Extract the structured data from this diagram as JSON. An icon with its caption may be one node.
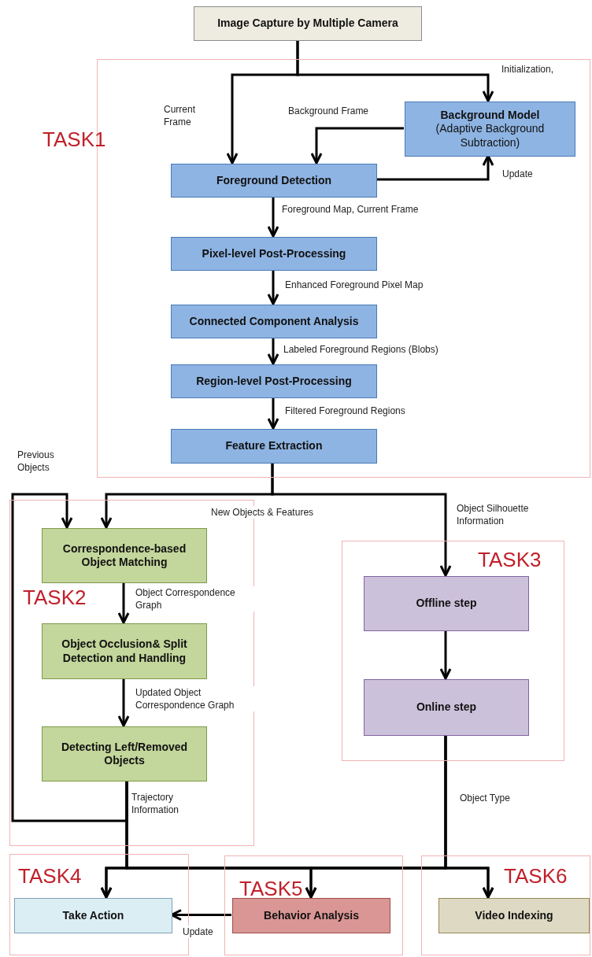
{
  "diagram": {
    "nodes": [
      {
        "text": [
          "Image Capture by Multiple Camera"
        ]
      },
      {
        "text": [
          "TASK1"
        ]
      },
      {
        "text": [
          "Background Model",
          "(Adaptive Background Subtraction)"
        ],
        "in": 1
      },
      {
        "text": [
          "Foreground Detection"
        ],
        "in": 1
      },
      {
        "text": [
          "Pixel-level Post-Processing"
        ],
        "in": 1
      },
      {
        "text": [
          "Connected Component Analysis"
        ],
        "in": 1
      },
      {
        "text": [
          "Region-level Post-Processing"
        ],
        "in": 1
      },
      {
        "text": [
          "Feature Extraction"
        ],
        "in": 1
      },
      {
        "text": [
          "TASK2"
        ]
      },
      {
        "text": [
          "Correspondence-based Object Matching"
        ],
        "in": 8
      },
      {
        "text": [
          "Object Occlusion& Split Detection and Handling"
        ],
        "in": 8
      },
      {
        "text": [
          "Detecting Left/Removed Objects"
        ],
        "in": 8
      },
      {
        "text": [
          "TASK3"
        ]
      },
      {
        "text": [
          "Offline step"
        ],
        "in": 12
      },
      {
        "text": [
          "Online step"
        ],
        "in": 12
      },
      {
        "text": [
          "TASK4"
        ]
      },
      {
        "text": [
          "Take Action"
        ],
        "in": 15
      },
      {
        "text": [
          "TASK5"
        ]
      },
      {
        "text": [
          "Behavior Analysis"
        ],
        "in": 17
      },
      {
        "text": [
          "TASK6"
        ]
      },
      {
        "text": [
          "Video Indexing"
        ],
        "in": 19
      }
    ],
    "edges": [
      {
        "from": 0,
        "to": 3,
        "arrow": "to",
        "label": "Current Frame"
      },
      {
        "from": 0,
        "to": 2,
        "arrow": "to",
        "label": "Initialization,"
      },
      {
        "from": 2,
        "to": 3,
        "arrow": "to",
        "label": "Background Frame"
      },
      {
        "from": 3,
        "to": 2,
        "arrow": "to",
        "label": "Update"
      },
      {
        "from": 3,
        "to": 4,
        "arrow": "to",
        "label": "Foreground Map, Current Frame"
      },
      {
        "from": 4,
        "to": 5,
        "arrow": "to",
        "label": "Enhanced Foreground Pixel Map"
      },
      {
        "from": 5,
        "to": 6,
        "arrow": "to",
        "label": "Labeled Foreground Regions (Blobs)"
      },
      {
        "from": 6,
        "to": 7,
        "arrow": "to",
        "label": "Filtered Foreground Regions"
      },
      {
        "from": 7,
        "to": 9,
        "arrow": "to",
        "label": "New Objects & Features"
      },
      {
        "from": 7,
        "to": 13,
        "arrow": "to",
        "label": "Object Silhouette Information"
      },
      {
        "from": 11,
        "to": 9,
        "arrow": "to",
        "label": "Previous Objects"
      },
      {
        "from": 11,
        "to": 16,
        "arrow": "to",
        "label": "Trajectory Information"
      },
      {
        "from": 11,
        "to": 18,
        "arrow": "to"
      },
      {
        "from": 11,
        "to": 20,
        "arrow": "to"
      },
      {
        "from": 14,
        "to": 16,
        "arrow": "to"
      },
      {
        "from": 14,
        "to": 18,
        "arrow": "to"
      },
      {
        "from": 14,
        "to": 20,
        "arrow": "to",
        "label": "Object Type"
      },
      {
        "from": 9,
        "to": 10,
        "arrow": "to",
        "label": "Object Correspondence Graph"
      },
      {
        "from": 10,
        "to": 11,
        "arrow": "to",
        "label": "Updated Object Correspondence Graph"
      },
      {
        "from": 13,
        "to": 14,
        "arrow": "to"
      },
      {
        "from": 18,
        "to": 16,
        "arrow": "to",
        "label": "Update"
      }
    ]
  }
}
